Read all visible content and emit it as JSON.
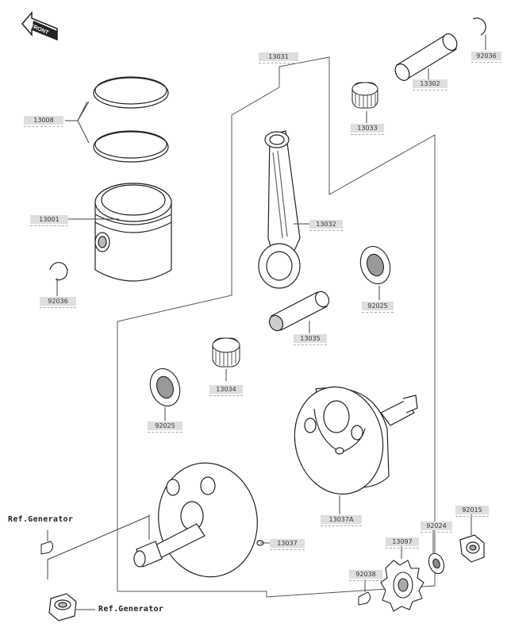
{
  "front_badge": {
    "text": "FRONT"
  },
  "labels": {
    "p13031": "13031",
    "p92036_top": "92036",
    "p13302": "13302",
    "p13033": "13033",
    "p13008": "13008",
    "p13001": "13001",
    "p13032": "13032",
    "p92036_left": "92036",
    "p92025_right": "92025",
    "p13035": "13035",
    "p13034": "13034",
    "p92025_left": "92025",
    "p13037A": "13037A",
    "p92015": "92015",
    "p92024": "92024",
    "p13097": "13097",
    "p13037": "13037",
    "p92038": "92038"
  },
  "refs": {
    "generator_1": "Ref.Generator",
    "generator_2": "Ref.Generator"
  }
}
